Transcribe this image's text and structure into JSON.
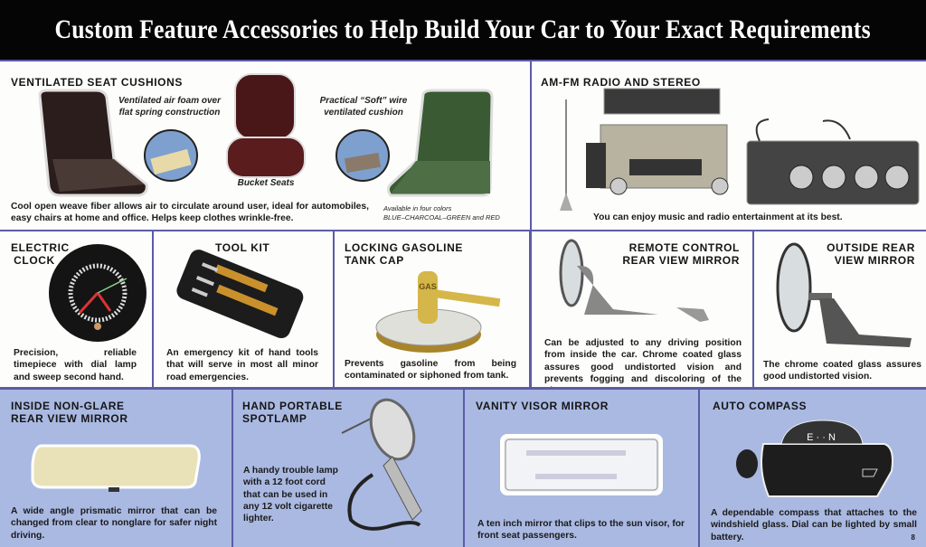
{
  "header": {
    "title": "Custom Feature Accessories to Help Build Your Car to Your Exact Requirements"
  },
  "colors": {
    "header_bg": "#050505",
    "divider": "#5b5ca6",
    "panel_white": "#fdfdfb",
    "panel_blue": "#aab9e2"
  },
  "seat_cushions": {
    "title": "VENTILATED SEAT CUSHIONS",
    "caption_left": "Ventilated air foam over flat spring construction",
    "caption_center": "Bucket Seats",
    "caption_right": "Practical “Soft” wire ventilated cushion",
    "description": "Cool open weave fiber allows air to circulate around user, ideal for automobiles, easy chairs at home and office. Helps keep clothes wrinkle-free.",
    "colors_note_1": "Available in four colors",
    "colors_note_2": "BLUE–CHARCOAL–GREEN and RED"
  },
  "radio": {
    "title": "AM-FM RADIO AND STEREO",
    "description": "You can enjoy music and radio entertainment at its best."
  },
  "clock": {
    "title_1": "ELECTRIC",
    "title_2": "CLOCK",
    "description": "Precision, reliable timepiece with dial lamp and sweep second hand."
  },
  "tool_kit": {
    "title": "TOOL KIT",
    "description": "An emergency kit of hand tools that will serve in most all minor road emergencies."
  },
  "gas_cap": {
    "title_1": "LOCKING GASOLINE",
    "title_2": "TANK CAP",
    "key_label": "GAS",
    "description": "Prevents gasoline from being contaminated or siphoned from tank."
  },
  "remote_mirror": {
    "title_1": "REMOTE CONTROL",
    "title_2": "REAR VIEW MIRROR",
    "description": "Can be adjusted to any driving position from inside the car. Chrome coated glass assures good undistorted vision and prevents fogging and discoloring of the glass."
  },
  "outside_mirror": {
    "title_1": "OUTSIDE REAR",
    "title_2": "VIEW MIRROR",
    "description": "The chrome coated glass assures good undistorted vision."
  },
  "inside_mirror": {
    "title_1": "INSIDE NON-GLARE",
    "title_2": "REAR VIEW MIRROR",
    "description": "A wide angle prismatic mirror that can be changed from clear to nonglare for safer night driving."
  },
  "spotlamp": {
    "title_1": "HAND PORTABLE",
    "title_2": "SPOTLAMP",
    "description": "A handy trouble lamp with a 12 foot cord that can be used in any 12 volt cigarette lighter."
  },
  "visor_mirror": {
    "title": "VANITY VISOR MIRROR",
    "description": "A ten inch mirror that clips to the sun visor, for front seat passengers."
  },
  "compass": {
    "title": "AUTO COMPASS",
    "dial_text": "E · · N",
    "description": "A dependable compass that attaches to the windshield glass. Dial can be lighted by small battery."
  },
  "page_number": "8"
}
